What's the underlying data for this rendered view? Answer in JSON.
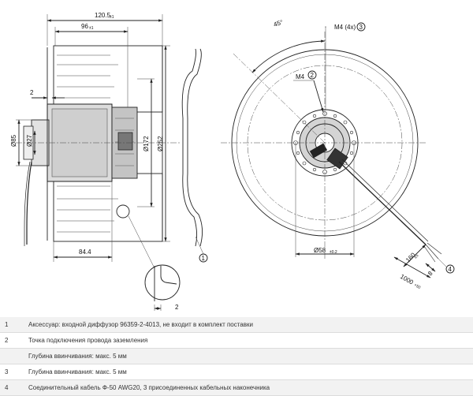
{
  "dimensions": {
    "top_overall": "120.5",
    "top_overall_tol": "±1",
    "top_inner": "96",
    "top_inner_tol": "±1",
    "gap_small": "2",
    "dia_85": "Ø85",
    "dia_27": "Ø27",
    "dia_172": "Ø172",
    "dia_252": "Ø252",
    "bottom_width": "84.4",
    "detail_gap": "2",
    "angle": "45°",
    "thread_4x": "M4 (4x)",
    "thread_m4": "M4",
    "bolt_circle": "Ø58",
    "bolt_circle_tol": "±0.2",
    "cable_strip": "160",
    "cable_strip_tol": "±5",
    "cable_end": "8",
    "cable_length": "1000",
    "cable_length_tol": "+50"
  },
  "callouts": [
    "1",
    "2",
    "3",
    "4"
  ],
  "legend": [
    {
      "number": "1",
      "text": "Аксессуар: входной диффузор 96359-2-4013, не входит в комплект поставки"
    },
    {
      "number": "2",
      "text": "Точка подключения провода заземления"
    },
    {
      "number": "",
      "text": "Глубина ввинчивания: макс. 5 мм"
    },
    {
      "number": "3",
      "text": "Глубина ввинчивания: макс. 5 мм"
    },
    {
      "number": "4",
      "text": "Соединительный кабель Ф-50 AWG20, 3 присоединенных кабельных наконечника"
    }
  ]
}
